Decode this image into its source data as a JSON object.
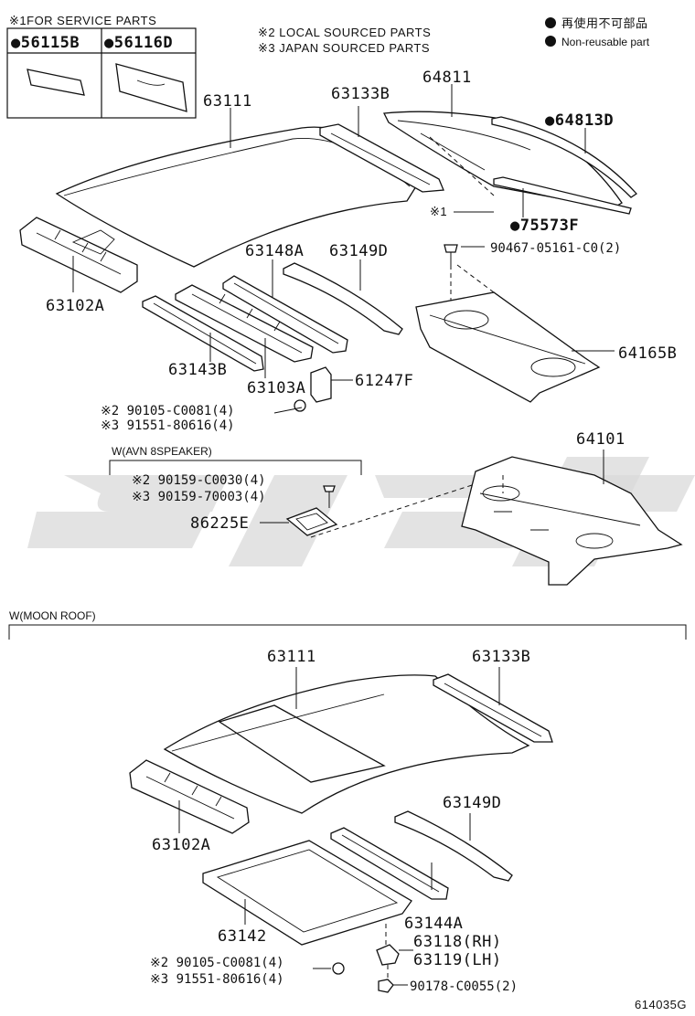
{
  "header": {
    "service_note": "※1FOR SERVICE PARTS",
    "local_note": "※2 LOCAL SOURCED PARTS",
    "japan_note": "※3 JAPAN SOURCED PARTS",
    "legend_jp": "再使用不可部品",
    "legend_en": "Non-reusable part",
    "service_part_1": "●56115B",
    "service_part_2": "●56116D"
  },
  "upper": {
    "p63111": "63111",
    "p63133B": "63133B",
    "p64811": "64811",
    "p64813D": "●64813D",
    "p75573F": "●75573F",
    "s1_marker": "※1",
    "p90467": "90467-05161-C0(2)",
    "p63102A": "63102A",
    "p63148A": "63148A",
    "p63149D": "63149D",
    "p64165B": "64165B",
    "p63143B": "63143B",
    "p63103A": "63103A",
    "p61247F": "61247F",
    "bolt1_local": "※2 90105-C0081(4)",
    "bolt1_japan": "※3 91551-80616(4)",
    "avn_title": "W(AVN 8SPEAKER)",
    "avn_local": "※2 90159-C0030(4)",
    "avn_japan": "※3 90159-70003(4)",
    "p86225E": "86225E",
    "p64101": "64101"
  },
  "moonroof": {
    "title": "W(MOON ROOF)",
    "p63111": "63111",
    "p63133B": "63133B",
    "p63102A": "63102A",
    "p63149D": "63149D",
    "p63142": "63142",
    "p63144A": "63144A",
    "p63118": "63118(RH)",
    "p63119": "63119(LH)",
    "bolt_local": "※2 90105-C0081(4)",
    "bolt_japan": "※3 91551-80616(4)",
    "p90178": "90178-C0055(2)"
  },
  "footer": {
    "diagram_code": "614035G"
  }
}
